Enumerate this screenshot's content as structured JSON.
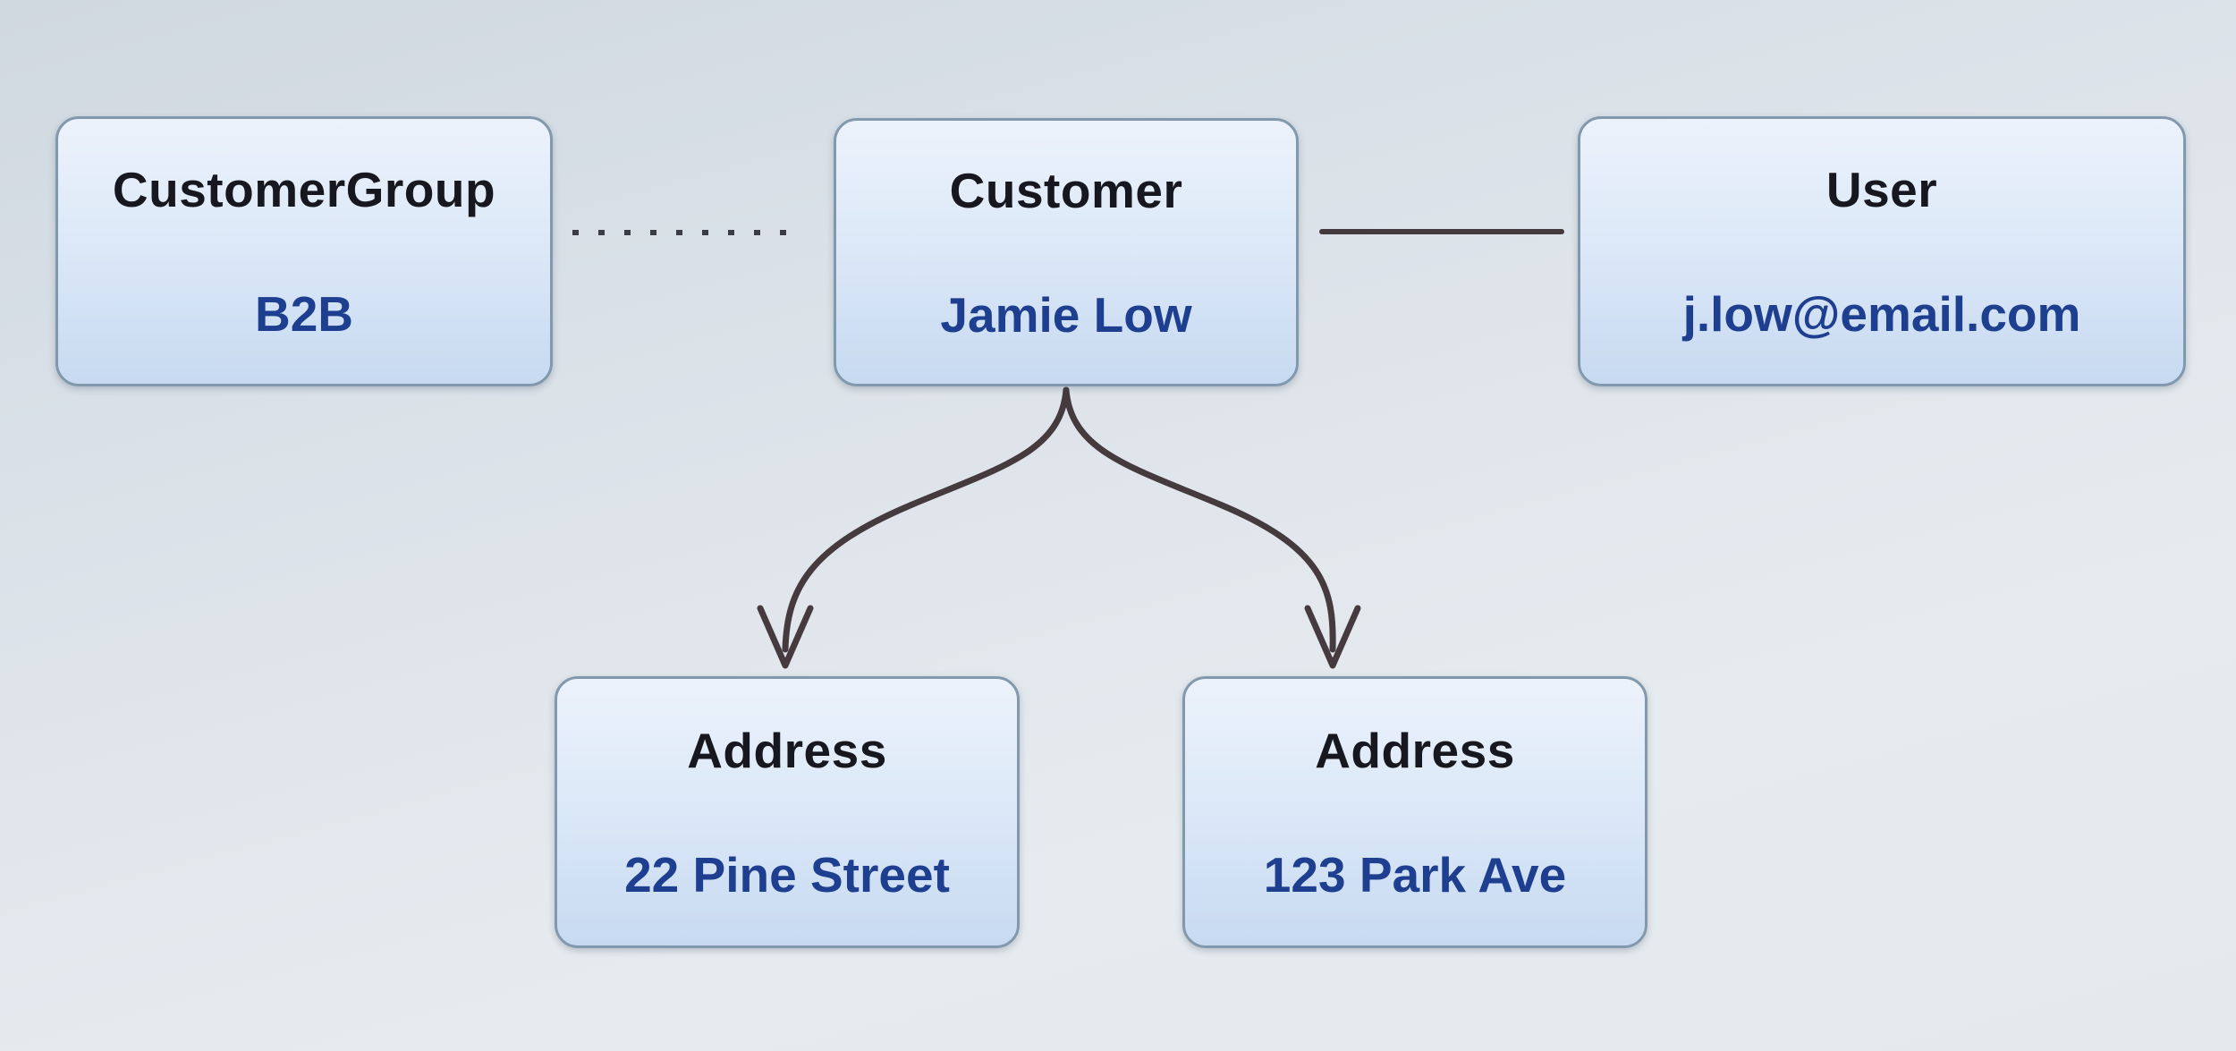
{
  "diagram": {
    "nodes": {
      "customer_group": {
        "title": "CustomerGroup",
        "value": "B2B"
      },
      "customer": {
        "title": "Customer",
        "value": "Jamie Low"
      },
      "user": {
        "title": "User",
        "value": "j.low@email.com"
      },
      "address_1": {
        "title": "Address",
        "value": "22 Pine Street"
      },
      "address_2": {
        "title": "Address",
        "value": "123 Park Ave"
      }
    },
    "edges": [
      {
        "from": "customer_group",
        "to": "customer",
        "style": "dotted"
      },
      {
        "from": "customer",
        "to": "user",
        "style": "solid"
      },
      {
        "from": "customer",
        "to": "address_1",
        "style": "curved-arrow"
      },
      {
        "from": "customer",
        "to": "address_2",
        "style": "curved-arrow"
      }
    ],
    "colors": {
      "edge": "#453a3e",
      "edge_dotted": "#3c3c46",
      "node_border": "#8299ad",
      "node_fill_top": "#ecf2fb",
      "node_fill_bottom": "#c7daf1",
      "title_text": "#17171f",
      "value_text": "#1e3f8f",
      "background_top": "#d0d8e0",
      "background_bottom": "#e6ebef"
    }
  }
}
